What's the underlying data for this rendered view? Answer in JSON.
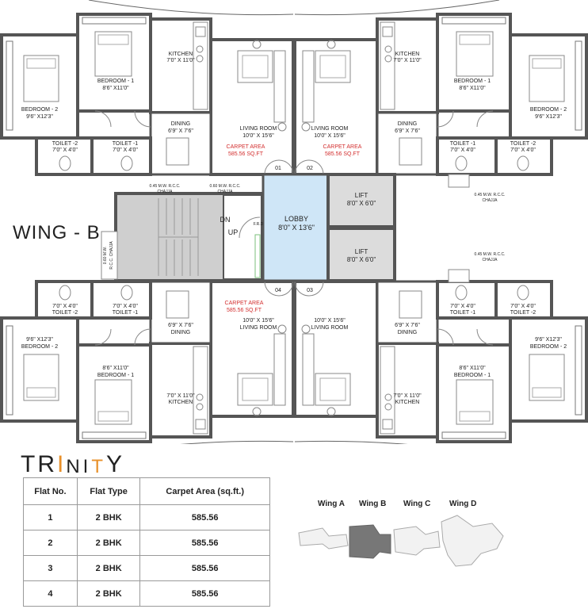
{
  "wing": "WING - B",
  "brand": {
    "part1": "TR",
    "accent": "I",
    "part2": "NI",
    "accent2": "T",
    "part3": "Y"
  },
  "rooms": {
    "kitchen": "KITCHEN",
    "kitchen_size": "7'0\" X 11'0\"",
    "bedroom1": "BEDROOM - 1",
    "bedroom1_size": "8'6\" X11'0\"",
    "bedroom2": "BEDROOM - 2",
    "bedroom2_size": "9'6\" X12'3\"",
    "living": "LIVING ROOM",
    "living_size": "10'0\" X 15'6\"",
    "dining": "DINING",
    "dining_size": "6'9\" X 7'6\"",
    "toilet1": "TOILET -1",
    "toilet1_size": "7'0\" X 4'0\"",
    "toilet2": "TOILET -2",
    "toilet2_size": "7'0\" X 4'0\"",
    "carpet": "CARPET AREA",
    "carpet_value": "585.56 SQ.FT",
    "lobby": "LOBBY",
    "lobby_size": "8'0\" X 13'6\"",
    "lift": "LIFT",
    "lift_size": "8'0\" X 6'0\"",
    "dn": "DN",
    "up": "UP",
    "frd": "F.R.D",
    "chajja": "CHAJJA",
    "chajja_045": "0.45 M.W. R.C.C.",
    "chajja_060": "0.60 M.W. R.C.C.",
    "chajja_060_side": "0.60 M.W.",
    "chajja_rcc": "R.C.C. CHAJJA"
  },
  "flats": [
    "01",
    "02",
    "03",
    "04"
  ],
  "table": {
    "headers": [
      "Flat No.",
      "Flat Type",
      "Carpet Area (sq.ft.)"
    ],
    "rows": [
      {
        "no": "1",
        "type": "2 BHK",
        "area": "585.56"
      },
      {
        "no": "2",
        "type": "2 BHK",
        "area": "585.56"
      },
      {
        "no": "3",
        "type": "2 BHK",
        "area": "585.56"
      },
      {
        "no": "4",
        "type": "2 BHK",
        "area": "585.56"
      }
    ]
  },
  "key_plan": {
    "labels": [
      "Wing A",
      "Wing B",
      "Wing C",
      "Wing D"
    ],
    "highlight": "Wing B"
  },
  "colors": {
    "lobby": "#cfe6f7",
    "carpet_text": "#d32f2f",
    "lift": "#dcdcdc",
    "stair": "#cfcfcf",
    "wall": "#555555",
    "brand_accent": "#e8902a",
    "key_highlight": "#777777",
    "key_other": "#f2f2f2"
  }
}
